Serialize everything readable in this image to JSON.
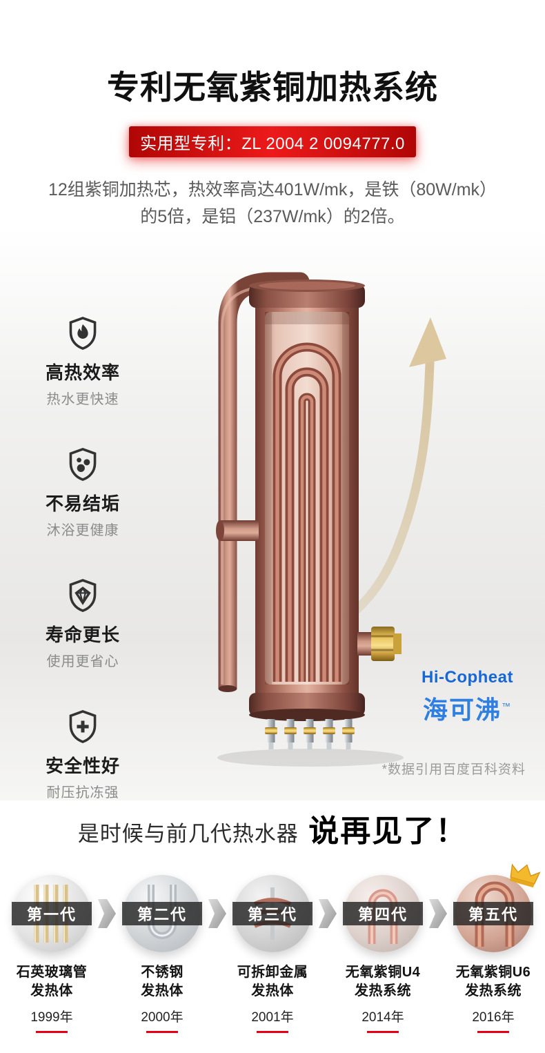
{
  "colors": {
    "accent_red": "#e60012",
    "patent_badge_red": "#d40808",
    "brand_blue": "#1a6fd4",
    "copper": "#b5766a",
    "crown_gold": "#f3b32a"
  },
  "header": {
    "title": "专利无氧紫铜加热系统",
    "patent_label": "实用型专利：",
    "patent_number": "ZL 2004 2 0094777.0",
    "description_line1": "12组紫铜加热芯，热效率高达401W/mk，是铁（80W/mk）",
    "description_line2": "的5倍，是铝（237W/mk）的2倍。"
  },
  "features": [
    {
      "icon": "flame-shield-icon",
      "title": "高热效率",
      "subtitle": "热水更快速"
    },
    {
      "icon": "bubbles-shield-icon",
      "title": "不易结垢",
      "subtitle": "沐浴更健康"
    },
    {
      "icon": "diamond-shield-icon",
      "title": "寿命更长",
      "subtitle": "使用更省心"
    },
    {
      "icon": "plus-shield-icon",
      "title": "安全性好",
      "subtitle": "耐压抗冻强"
    }
  ],
  "brand": {
    "name": "Hi-Copheat",
    "cn_name": "海可沸",
    "trademark": "™"
  },
  "footnote": "*数据引用百度百科资料",
  "goodbye": {
    "prefix": "是时候与前几代热水器",
    "emphasis": "说再见了！"
  },
  "generations": [
    {
      "label": "第一代",
      "name_line1": "石英玻璃管",
      "name_line2": "发热体",
      "year": "1999年"
    },
    {
      "label": "第二代",
      "name_line1": "不锈钢",
      "name_line2": "发热体",
      "year": "2000年"
    },
    {
      "label": "第三代",
      "name_line1": "可拆卸金属",
      "name_line2": "发热体",
      "year": "2001年"
    },
    {
      "label": "第四代",
      "name_line1": "无氧紫铜U4",
      "name_line2": "发热系统",
      "year": "2014年"
    },
    {
      "label": "第五代",
      "name_line1": "无氧紫铜U6",
      "name_line2": "发热系统",
      "year": "2016年"
    }
  ]
}
